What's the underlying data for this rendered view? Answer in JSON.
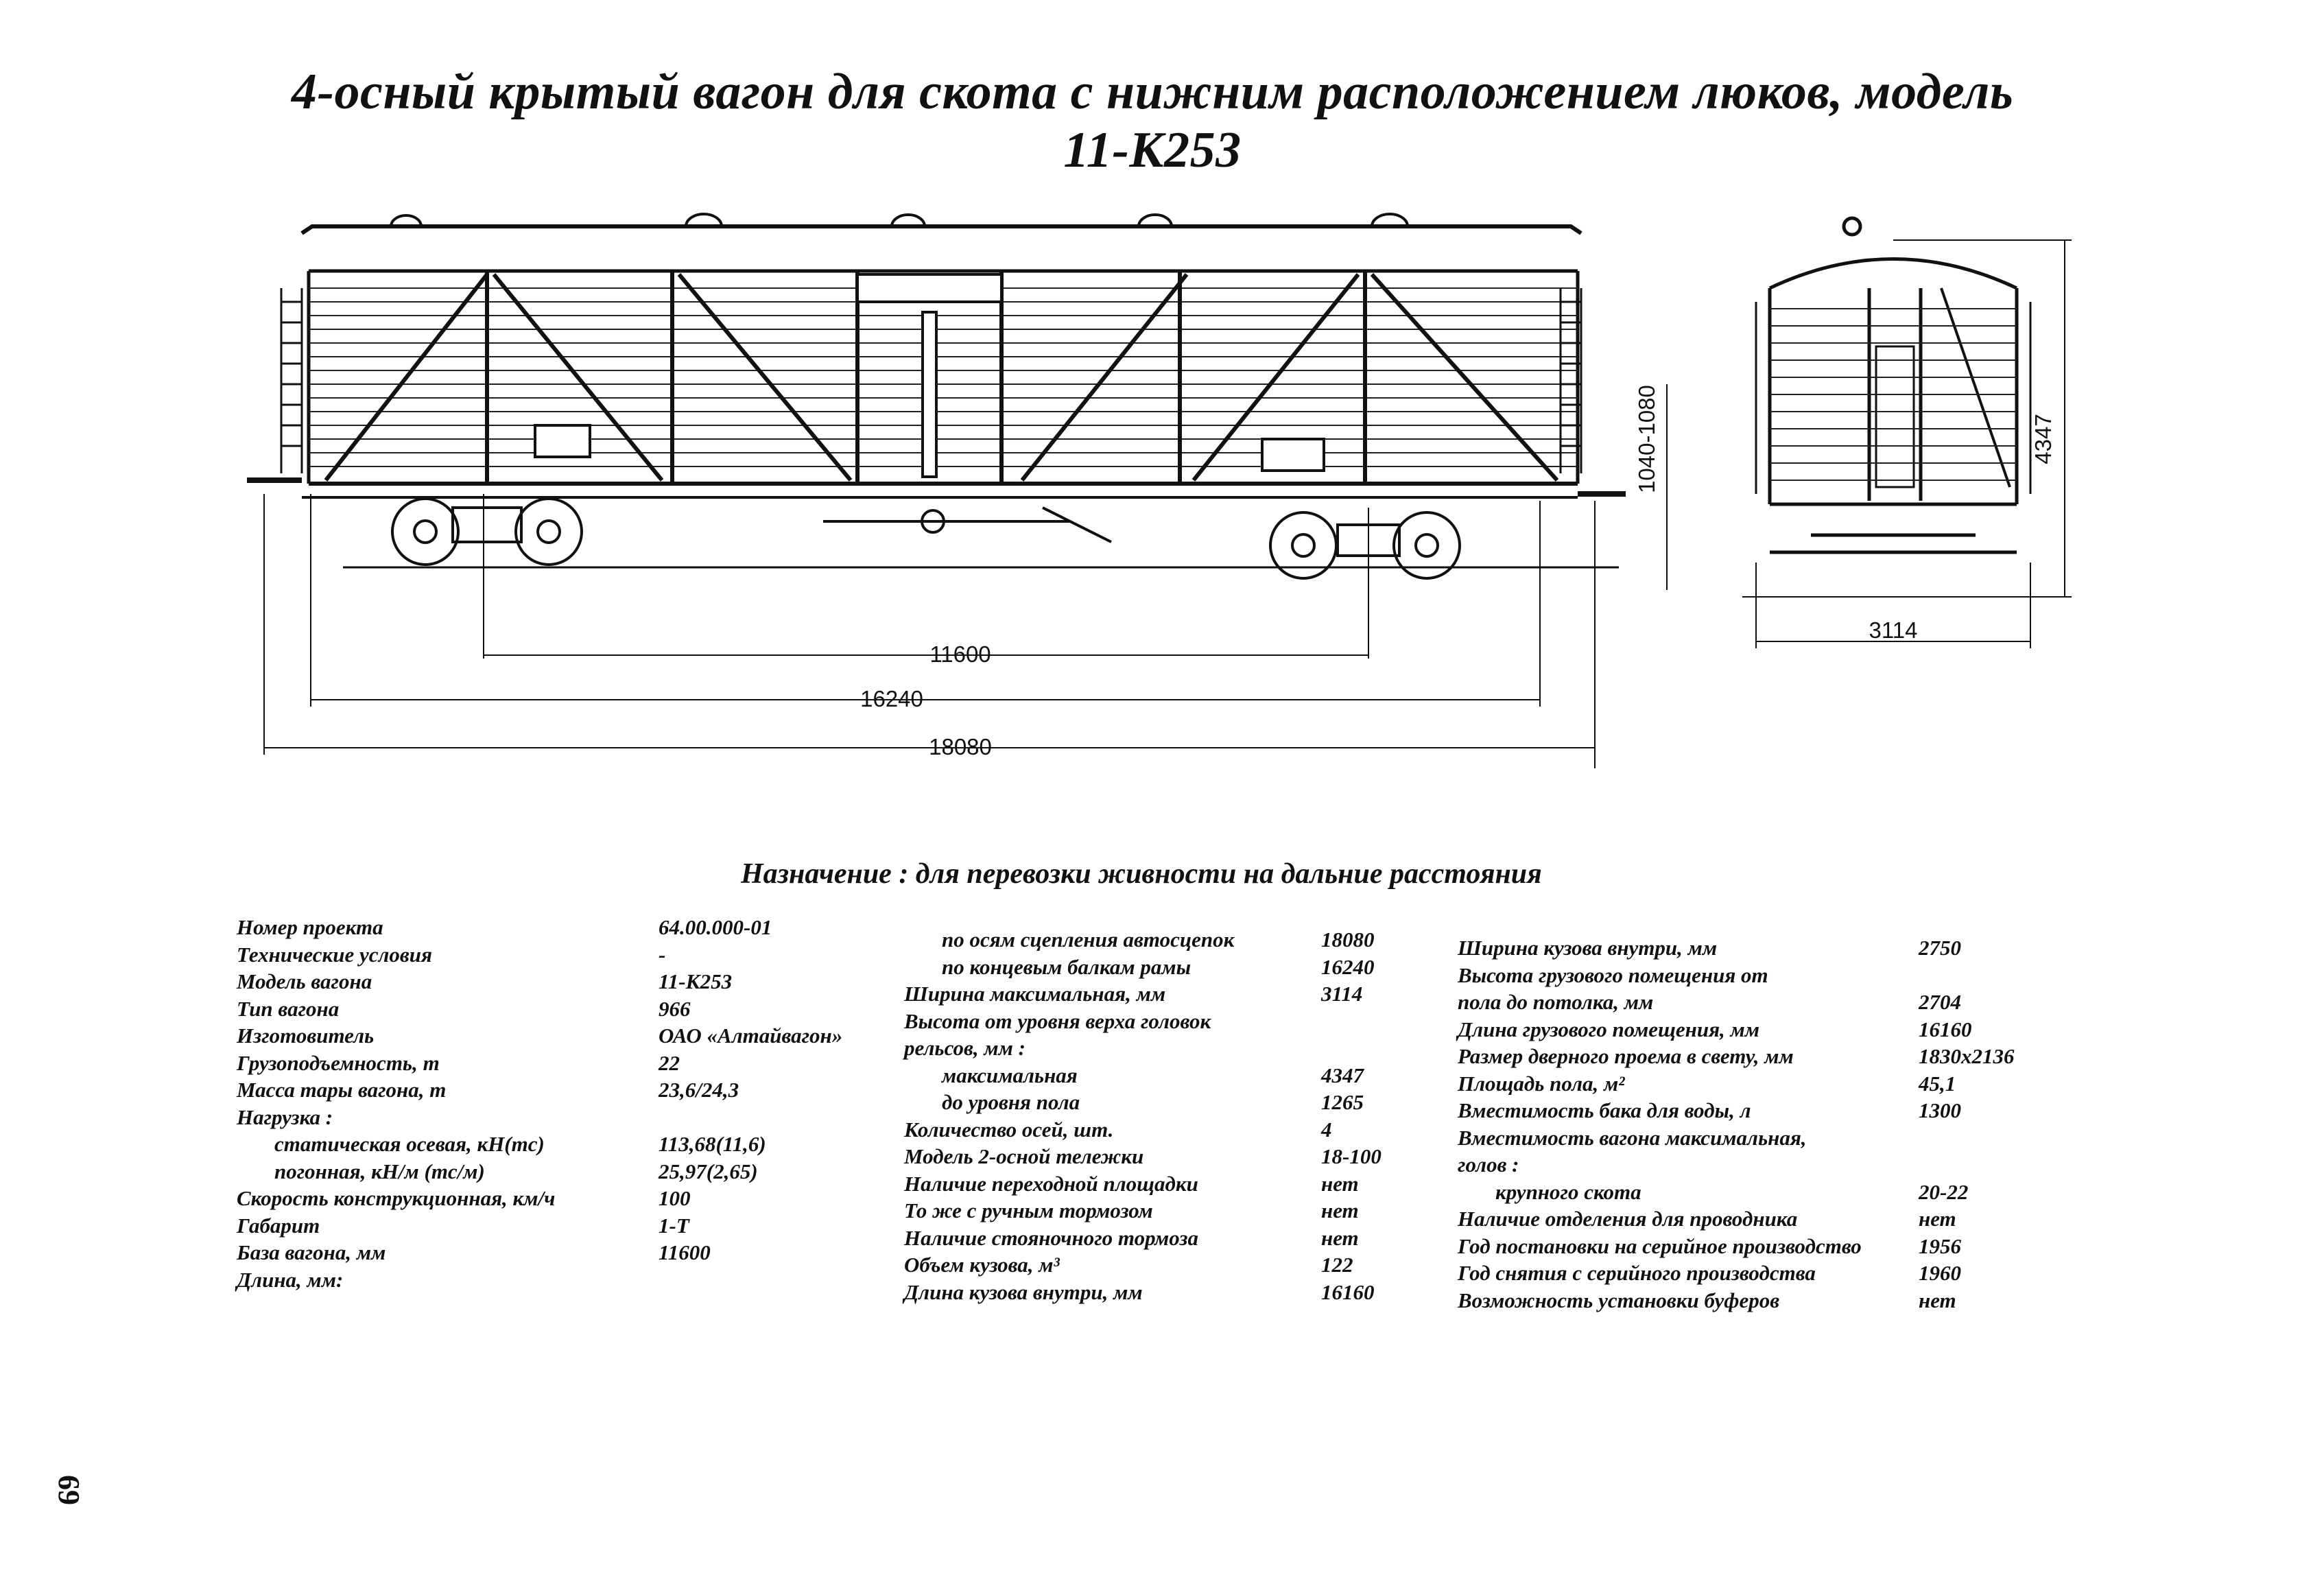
{
  "title": "4-осный крытый вагон для скота с нижним расположением люков, модель 11-К253",
  "subtitle": "Назначение : для перевозки живности на дальние расстояния",
  "dimensions": {
    "base": "11600",
    "frame_length": "16240",
    "coupler_length": "18080",
    "hatch_height": "1040-1080",
    "height": "4347",
    "width": "3114"
  },
  "specs_col1": [
    {
      "label": "Номер проекта",
      "value": "64.00.000-01"
    },
    {
      "label": "Технические условия",
      "value": "-"
    },
    {
      "label": "Модель вагона",
      "value": "11-К253"
    },
    {
      "label": "Тип вагона",
      "value": "966"
    },
    {
      "label": "Изготовитель",
      "value": "ОАО «Алтайвагон»"
    },
    {
      "label": "Грузоподъемность, т",
      "value": "22"
    },
    {
      "label": "Масса тары вагона, т",
      "value": "23,6/24,3"
    },
    {
      "label": "Нагрузка :",
      "value": ""
    },
    {
      "label": "статическая осевая, кН(тс)",
      "value": "113,68(11,6)",
      "indent": true
    },
    {
      "label": "погонная, кН/м (тс/м)",
      "value": "25,97(2,65)",
      "indent": true
    },
    {
      "label": "Скорость конструкционная, км/ч",
      "value": "100"
    },
    {
      "label": "Габарит",
      "value": "1-Т"
    },
    {
      "label": "База вагона, мм",
      "value": "11600"
    },
    {
      "label": "Длина, мм:",
      "value": ""
    }
  ],
  "specs_col2": [
    {
      "label": "по осям сцепления автосцепок",
      "value": "18080",
      "indent": true
    },
    {
      "label": "по концевым балкам рамы",
      "value": "16240",
      "indent": true
    },
    {
      "label": "Ширина максимальная, мм",
      "value": "3114"
    },
    {
      "label": "Высота от уровня верха головок",
      "value": ""
    },
    {
      "label": "рельсов, мм :",
      "value": ""
    },
    {
      "label": "максимальная",
      "value": "4347",
      "indent": true
    },
    {
      "label": "до уровня пола",
      "value": "1265",
      "indent": true
    },
    {
      "label": "Количество осей, шт.",
      "value": "4"
    },
    {
      "label": "Модель 2-осной тележки",
      "value": "18-100"
    },
    {
      "label": "Наличие переходной площадки",
      "value": "нет"
    },
    {
      "label": "То же с ручным тормозом",
      "value": "нет"
    },
    {
      "label": "Наличие стояночного тормоза",
      "value": "нет"
    },
    {
      "label": "Объем кузова, м³",
      "value": "122"
    },
    {
      "label": "Длина кузова внутри, мм",
      "value": "16160"
    }
  ],
  "specs_col3": [
    {
      "label": "Ширина кузова внутри, мм",
      "value": "2750"
    },
    {
      "label": "Высота грузового помещения от",
      "value": ""
    },
    {
      "label": "пола до потолка, мм",
      "value": "2704"
    },
    {
      "label": "Длина грузового помещения, мм",
      "value": "16160"
    },
    {
      "label": "Размер дверного проема в свету, мм",
      "value": "1830x2136"
    },
    {
      "label": "Площадь пола, м²",
      "value": "45,1"
    },
    {
      "label": "Вместимость бака для воды, л",
      "value": "1300"
    },
    {
      "label": "Вместимость вагона максимальная,",
      "value": ""
    },
    {
      "label": "голов :",
      "value": ""
    },
    {
      "label": "крупного скота",
      "value": "20-22",
      "indent": true
    },
    {
      "label": "Наличие отделения для проводника",
      "value": "нет"
    },
    {
      "label": "Год постановки на серийное производство",
      "value": "1956"
    },
    {
      "label": "Год снятия с серийного производства",
      "value": "1960"
    },
    {
      "label": "Возможность установки буферов",
      "value": "нет"
    }
  ],
  "page_number": "69"
}
